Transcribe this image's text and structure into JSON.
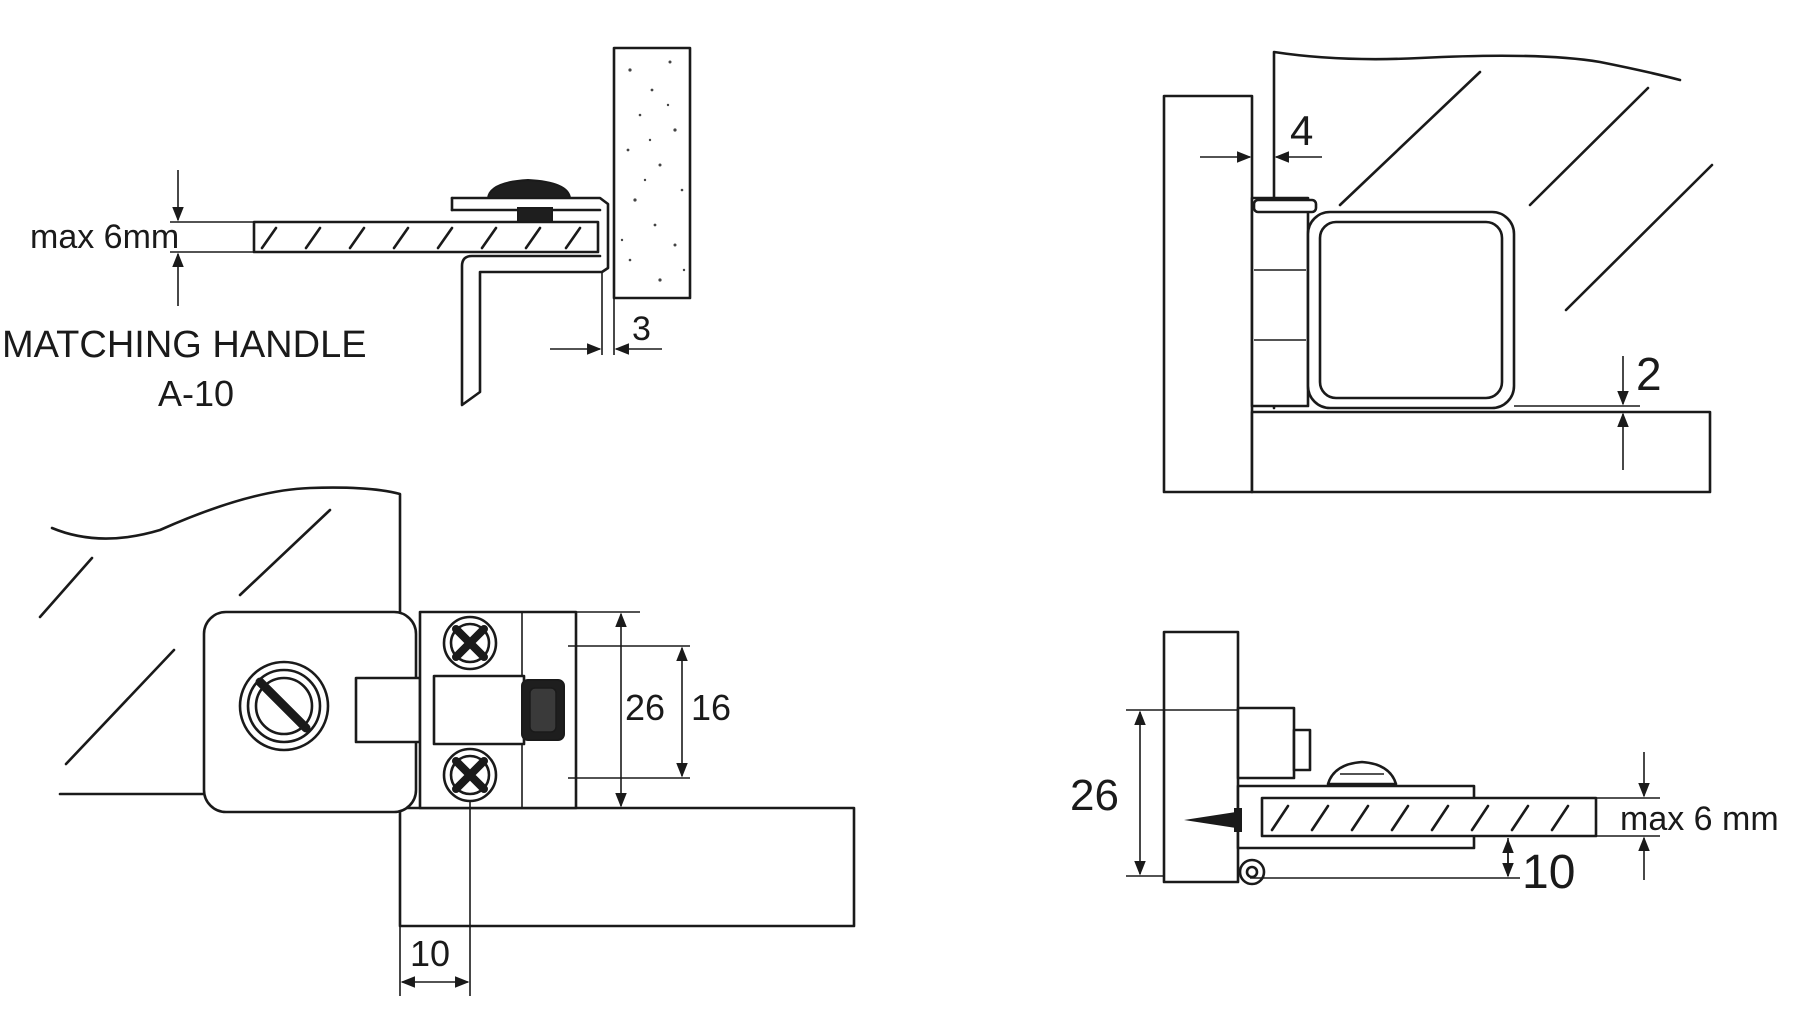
{
  "diagram_1": {
    "glass_thickness": "max 6mm",
    "handle_title": "MATCHING HANDLE",
    "handle_code": "A-10",
    "gap": "3"
  },
  "diagram_2": {
    "gap_side": "4",
    "gap_bottom": "2"
  },
  "diagram_3": {
    "height_outer": "26",
    "height_inner": "16",
    "offset": "10"
  },
  "diagram_4": {
    "height": "26",
    "glass_thickness": "max 6 mm",
    "offset": "10"
  }
}
